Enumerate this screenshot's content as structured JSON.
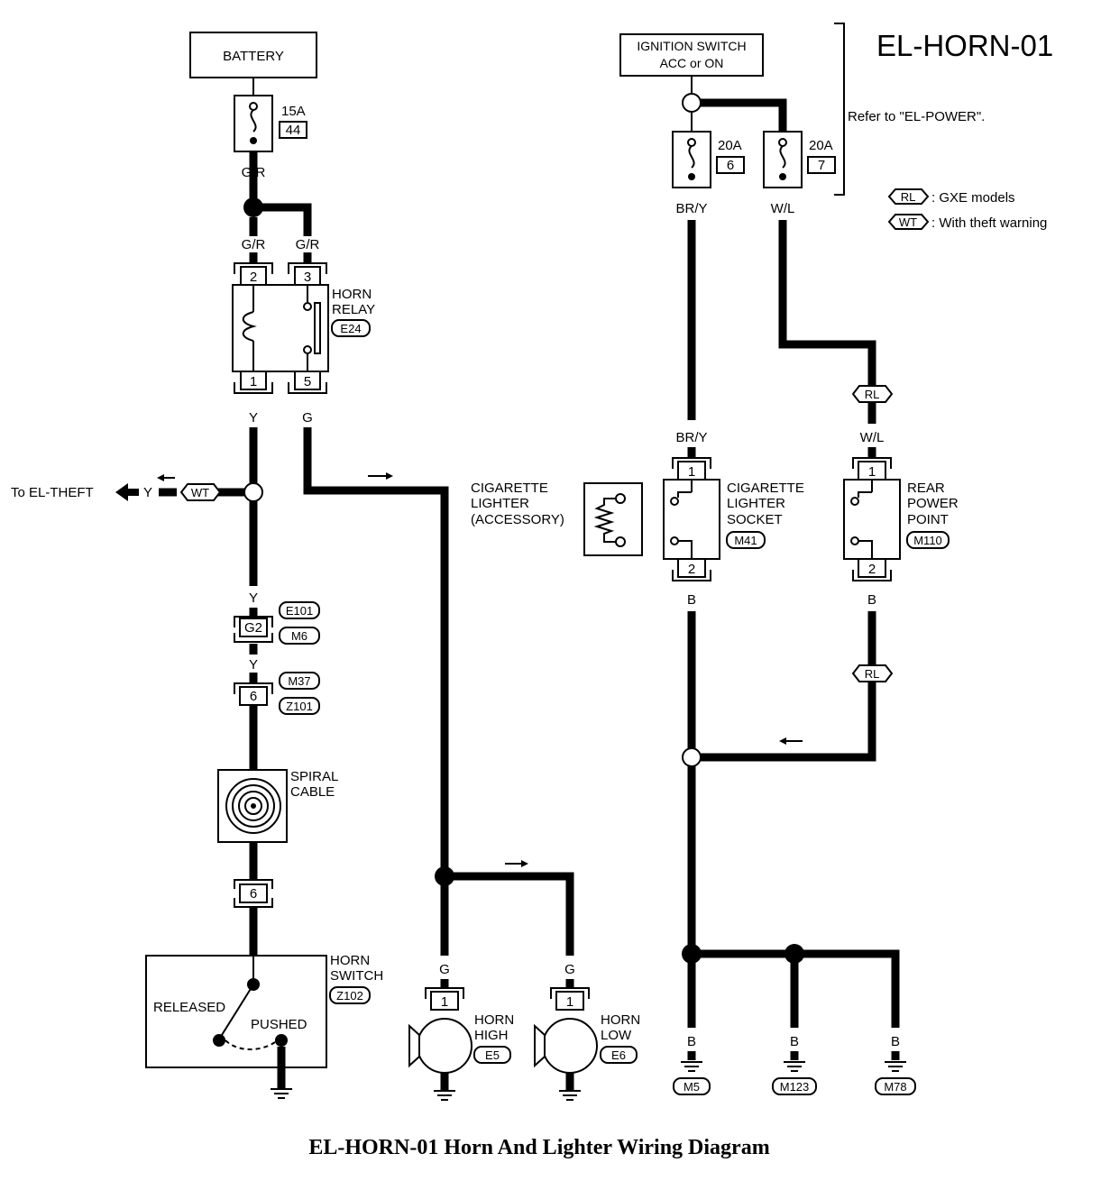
{
  "title": "EL-HORN-01",
  "caption": "EL-HORN-01 Horn And Lighter Wiring Diagram",
  "note": "Refer to \"EL-POWER\".",
  "legend": [
    {
      "code": "RL",
      "text": ": GXE models"
    },
    {
      "code": "WT",
      "text": ": With theft warning"
    }
  ],
  "battery": "BATTERY",
  "ignition": {
    "line1": "IGNITION SWITCH",
    "line2": "ACC or ON"
  },
  "fuses": [
    {
      "amp": "15A",
      "num": "44"
    },
    {
      "amp": "20A",
      "num": "6"
    },
    {
      "amp": "20A",
      "num": "7"
    }
  ],
  "horn_relay": {
    "line1": "HORN",
    "line2": "RELAY",
    "connector": "E24",
    "pins": [
      "2",
      "3",
      "1",
      "5"
    ]
  },
  "to_el_theft": "To  EL-THEFT",
  "wt_tag": "WT",
  "rl_tag": "RL",
  "joint_connectors": {
    "g2": "G2",
    "e101": "E101",
    "m6": "M6",
    "pin6": "6",
    "m37": "M37",
    "z101": "Z101"
  },
  "spiral_cable": {
    "line1": "SPIRAL",
    "line2": "CABLE"
  },
  "horn_switch": {
    "line1": "HORN",
    "line2": "SWITCH",
    "connector": "Z102",
    "released": "RELEASED",
    "pushed": "PUSHED"
  },
  "horn_high": {
    "line1": "HORN",
    "line2": "HIGH",
    "connector": "E5",
    "pin": "1"
  },
  "horn_low": {
    "line1": "HORN",
    "line2": "LOW",
    "connector": "E6",
    "pin": "1"
  },
  "cig_accessory": {
    "line1": "CIGARETTE",
    "line2": "LIGHTER",
    "line3": "(ACCESSORY)"
  },
  "cig_socket": {
    "line1": "CIGARETTE",
    "line2": "LIGHTER",
    "line3": "SOCKET",
    "connector": "M41",
    "pins": [
      "1",
      "2"
    ]
  },
  "rear_power": {
    "line1": "REAR",
    "line2": "POWER",
    "line3": "POINT",
    "connector": "M110",
    "pins": [
      "1",
      "2"
    ]
  },
  "grounds": [
    "M5",
    "M123",
    "M78"
  ],
  "wire_colors": {
    "gr": "G/R",
    "y": "Y",
    "g": "G",
    "bry": "BR/Y",
    "wl": "W/L",
    "b": "B"
  }
}
